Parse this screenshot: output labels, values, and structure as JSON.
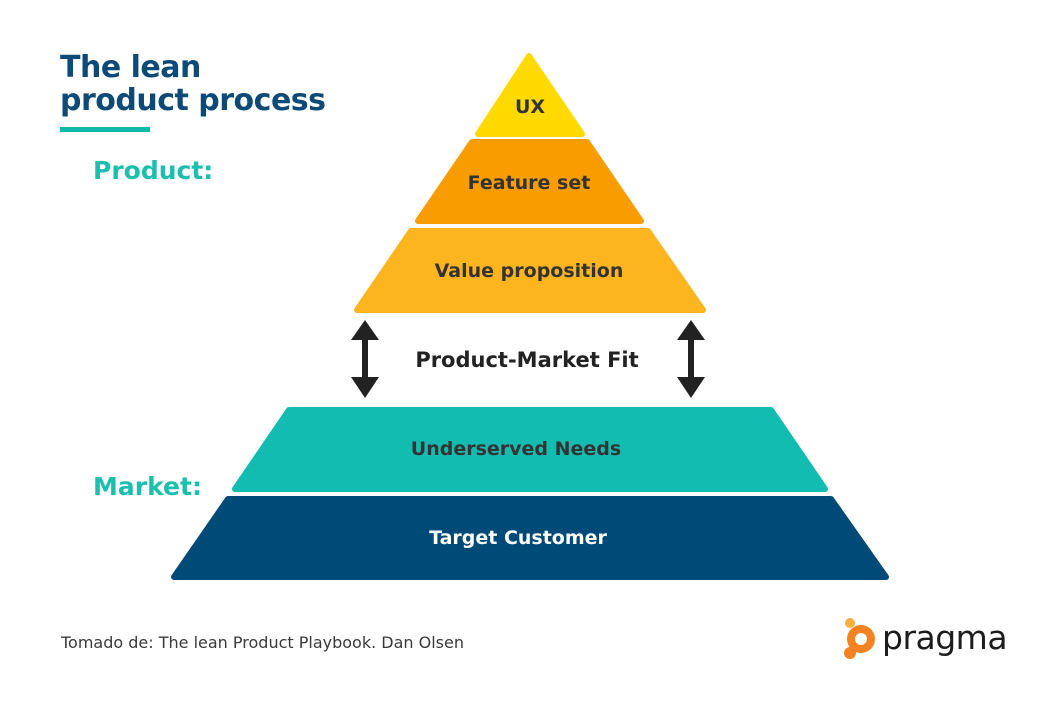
{
  "title": {
    "line1": "The lean",
    "line2": "product process"
  },
  "sections": {
    "product": "Product:",
    "market": "Market:"
  },
  "pyramid": [
    {
      "id": "ux",
      "label": "UX",
      "color": "#ffd900",
      "text_color": "#333333"
    },
    {
      "id": "feature-set",
      "label": "Feature set",
      "color": "#f99c00",
      "text_color": "#333333"
    },
    {
      "id": "value-proposition",
      "label": "Value proposition",
      "color": "#fdb51f",
      "text_color": "#333333"
    },
    {
      "id": "underserved-needs",
      "label": "Underserved Needs",
      "color": "#13bcb0",
      "text_color": "#333333"
    },
    {
      "id": "target-customer",
      "label": "Target Customer",
      "color": "#004a78",
      "text_color": "#ffffff"
    }
  ],
  "fit_label": "Product-Market Fit",
  "footer": {
    "credit": "Tomado de: The lean Product Playbook. Dan Olsen"
  },
  "logo": {
    "wordmark": "pragma",
    "dot_large_color": "#f58220",
    "dot_small_color": "#fbb03b"
  },
  "colors": {
    "title": "#0d4a78",
    "accent_teal": "#11b8a9",
    "arrow": "#222222"
  }
}
